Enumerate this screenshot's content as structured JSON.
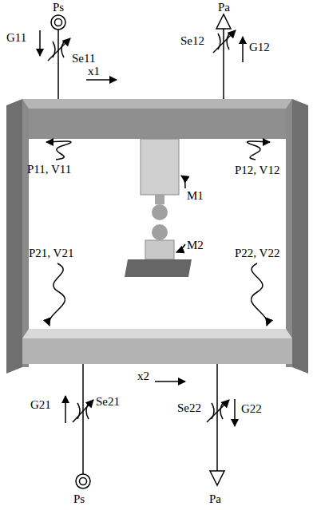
{
  "diagram": {
    "labels": [
      "Ps",
      "Pa",
      "G11",
      "Se11",
      "x1",
      "Se12",
      "G12",
      "P11, V11",
      "M1",
      "P12, V12",
      "P21, V21",
      "M2",
      "P22, V22",
      "G21",
      "x2",
      "Se21",
      "Se22",
      "G22",
      "Ps",
      "Pa"
    ]
  }
}
